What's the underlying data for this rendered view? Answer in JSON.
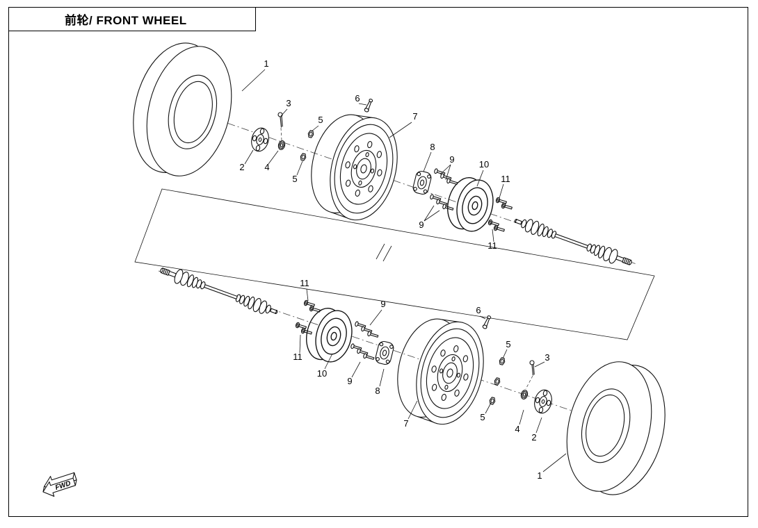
{
  "title": "前轮/ FRONT WHEEL",
  "fwd": {
    "label": "FWD"
  },
  "callouts": [
    {
      "label": "1"
    },
    {
      "label": "3"
    },
    {
      "label": "6"
    },
    {
      "label": "7"
    },
    {
      "label": "5"
    },
    {
      "label": "2"
    },
    {
      "label": "4"
    },
    {
      "label": "5"
    },
    {
      "label": "8"
    },
    {
      "label": "9"
    },
    {
      "label": "10"
    },
    {
      "label": "11"
    },
    {
      "label": "9"
    },
    {
      "label": "11"
    },
    {
      "label": "11"
    },
    {
      "label": "9"
    },
    {
      "label": "6"
    },
    {
      "label": "11"
    },
    {
      "label": "10"
    },
    {
      "label": "9"
    },
    {
      "label": "8"
    },
    {
      "label": "5"
    },
    {
      "label": "3"
    },
    {
      "label": "7"
    },
    {
      "label": "5"
    },
    {
      "label": "4"
    },
    {
      "label": "2"
    },
    {
      "label": "1"
    }
  ]
}
